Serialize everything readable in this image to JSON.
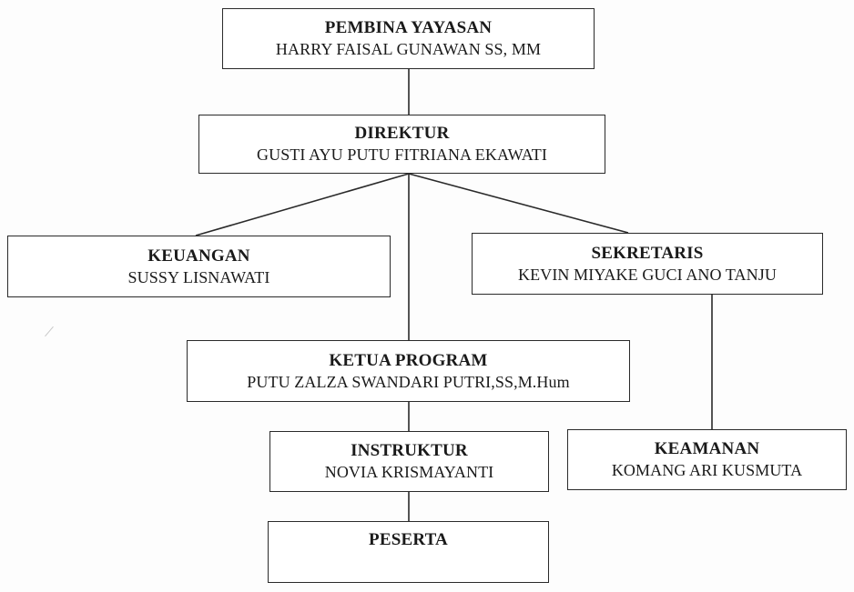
{
  "nodes": {
    "pembina": {
      "role": "PEMBINA YAYASAN",
      "person": "HARRY FAISAL GUNAWAN SS, MM"
    },
    "direktur": {
      "role": "DIREKTUR",
      "person": "GUSTI AYU PUTU FITRIANA EKAWATI"
    },
    "keuangan": {
      "role": "KEUANGAN",
      "person": "SUSSY LISNAWATI"
    },
    "sekretaris": {
      "role": "SEKRETARIS",
      "person": "KEVIN MIYAKE GUCI ANO TANJU"
    },
    "ketua_program": {
      "role": "KETUA PROGRAM",
      "person": "PUTU ZALZA SWANDARI PUTRI,SS,M.Hum"
    },
    "instruktur": {
      "role": "INSTRUKTUR",
      "person": "NOVIA KRISMAYANTI"
    },
    "keamanan": {
      "role": "KEAMANAN",
      "person": "KOMANG ARI KUSMUTA"
    },
    "peserta": {
      "role": "PESERTA"
    }
  },
  "edges": [
    [
      "pembina",
      "direktur"
    ],
    [
      "direktur",
      "keuangan"
    ],
    [
      "direktur",
      "sekretaris"
    ],
    [
      "direktur",
      "ketua_program"
    ],
    [
      "sekretaris",
      "keamanan"
    ],
    [
      "ketua_program",
      "instruktur"
    ],
    [
      "instruktur",
      "peserta"
    ]
  ]
}
